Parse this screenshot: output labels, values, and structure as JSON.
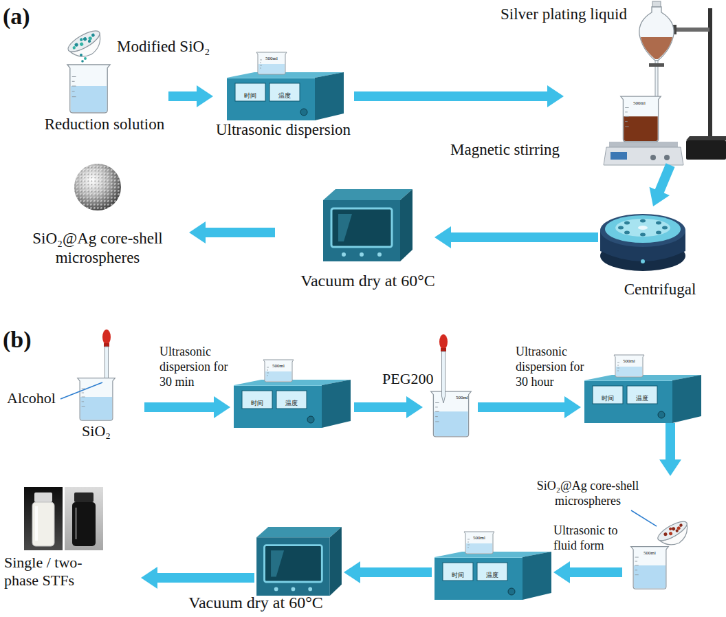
{
  "diagram": {
    "nodes": [
      {
        "text": [
          "Modified SiO₂",
          "Reduction solution"
        ]
      },
      {
        "text": [
          "500ml",
          "时间",
          "温度",
          "Ultrasonic dispersion"
        ]
      },
      {
        "text": [
          "Silver plating liquid",
          "500ml",
          "Magnetic stirring"
        ]
      },
      {
        "text": [
          "Centrifugal"
        ]
      },
      {
        "text": [
          "Vacuum dry at 60°C"
        ]
      },
      {
        "text": [
          "SiO₂@Ag core-shell microspheres"
        ]
      },
      {
        "text": [
          "Alcohol",
          "SiO₂"
        ]
      },
      {
        "text": [
          "500ml",
          "时间",
          "温度"
        ]
      },
      {
        "text": [
          "PEG200",
          "500ml"
        ]
      },
      {
        "text": [
          "500ml",
          "时间",
          "温度"
        ]
      },
      {
        "text": [
          "SiO₂@Ag core-shell microspheres",
          "500ml"
        ]
      },
      {
        "text": [
          "500ml",
          "时间",
          "温度"
        ]
      },
      {
        "text": [
          "Vacuum dry at 60°C"
        ]
      },
      {
        "text": [
          "Single / two- phase STFs"
        ]
      }
    ],
    "edges": [
      {
        "from": 0,
        "to": 1,
        "arrow": "to"
      },
      {
        "from": 1,
        "to": 2,
        "arrow": "to"
      },
      {
        "from": 2,
        "to": 3,
        "arrow": "to"
      },
      {
        "from": 3,
        "to": 4,
        "arrow": "to"
      },
      {
        "from": 4,
        "to": 5,
        "arrow": "to"
      },
      {
        "from": 6,
        "to": 7,
        "label": "Ultrasonic dispersion for 30 min",
        "arrow": "to"
      },
      {
        "from": 7,
        "to": 8,
        "arrow": "to"
      },
      {
        "from": 8,
        "to": 9,
        "label": "Ultrasonic dispersion for 30 hour",
        "arrow": "to"
      },
      {
        "from": 9,
        "to": 10,
        "arrow": "to"
      },
      {
        "from": 10,
        "to": 11,
        "label": "Ultrasonic to fluid form",
        "arrow": "to"
      },
      {
        "from": 11,
        "to": 12,
        "arrow": "to"
      },
      {
        "from": 12,
        "to": 13,
        "arrow": "to"
      }
    ],
    "labels": [
      "(a)",
      "(b)"
    ]
  }
}
